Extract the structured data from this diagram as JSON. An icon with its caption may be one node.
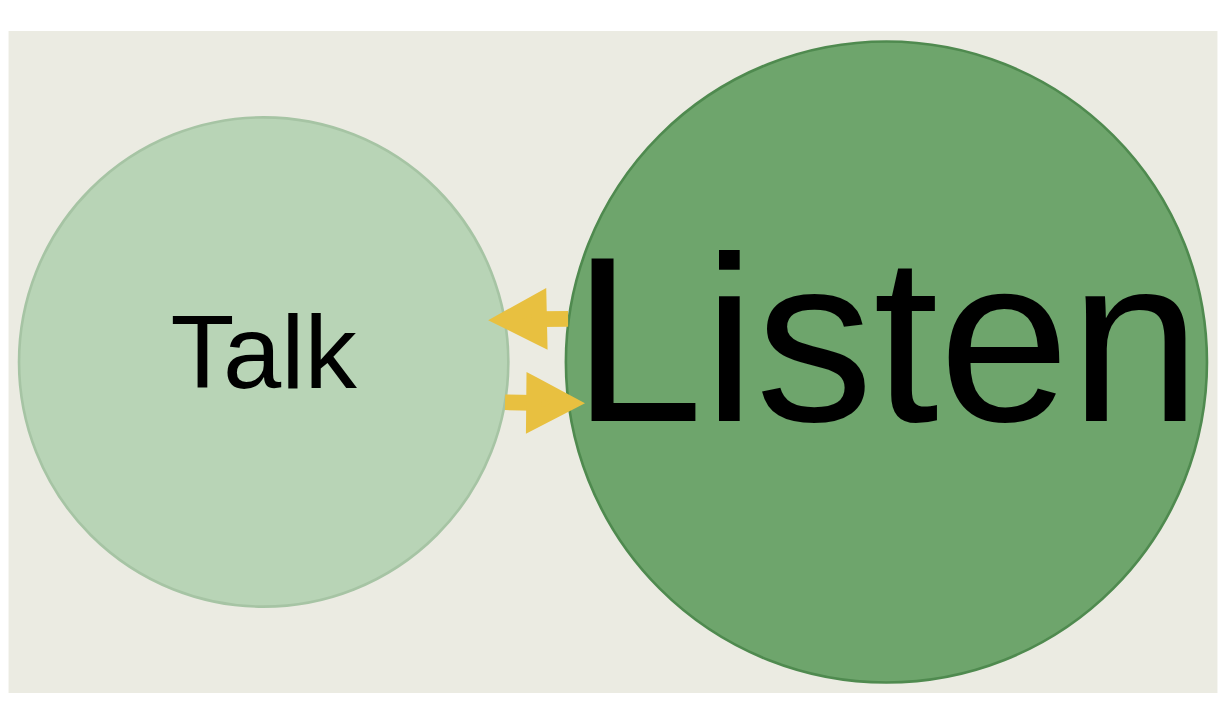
{
  "diagram": {
    "nodes": [
      {
        "text": [
          "Talk"
        ]
      },
      {
        "text": [
          "Listen"
        ]
      }
    ],
    "edges": [
      {
        "from": 0,
        "to": 1,
        "arrow": "to"
      },
      {
        "from": 1,
        "to": 0,
        "arrow": "to"
      }
    ]
  }
}
